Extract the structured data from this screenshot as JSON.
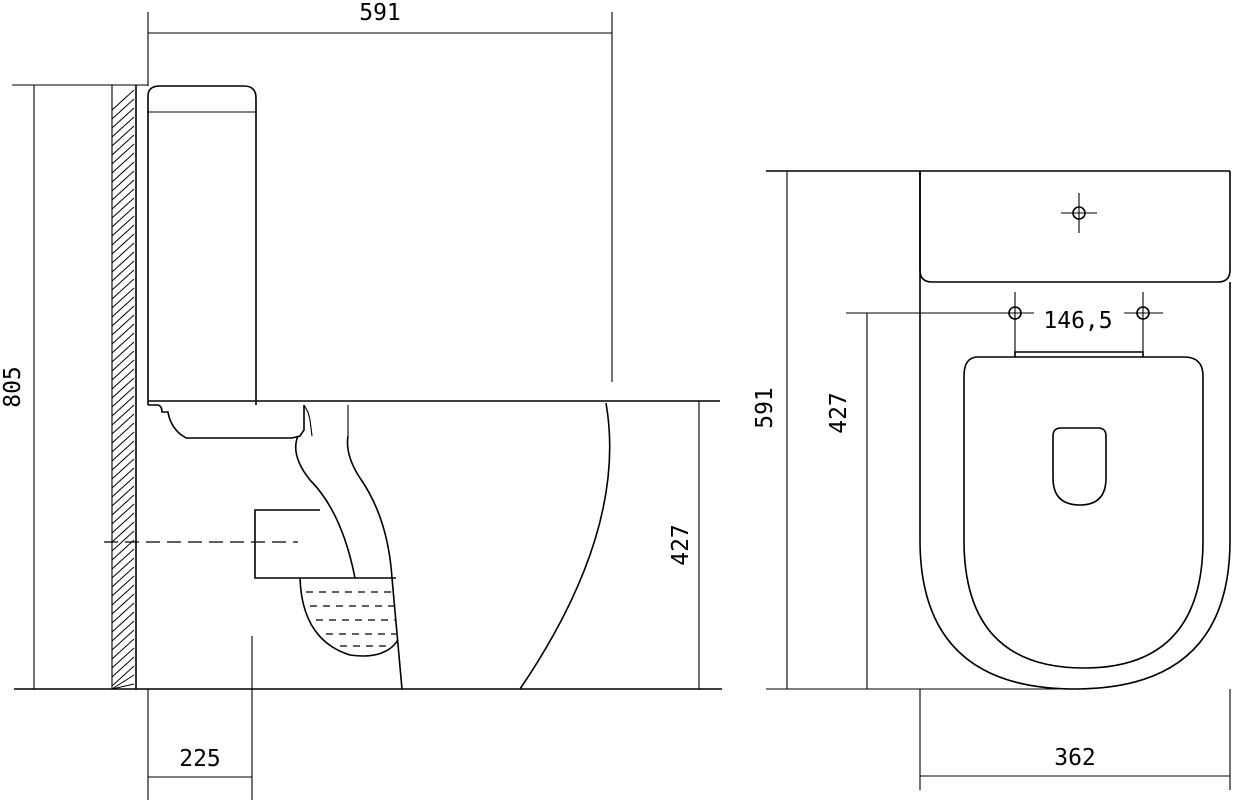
{
  "dimensions": {
    "side_overall_depth": "591",
    "side_overall_height": "805",
    "side_seat_height": "427",
    "side_outlet_offset": "225",
    "top_overall_depth": "591",
    "top_seat_depth": "427",
    "top_hinge_spacing": "146,5",
    "top_width": "362"
  },
  "colors": {
    "line": "#000000",
    "background": "#ffffff"
  }
}
